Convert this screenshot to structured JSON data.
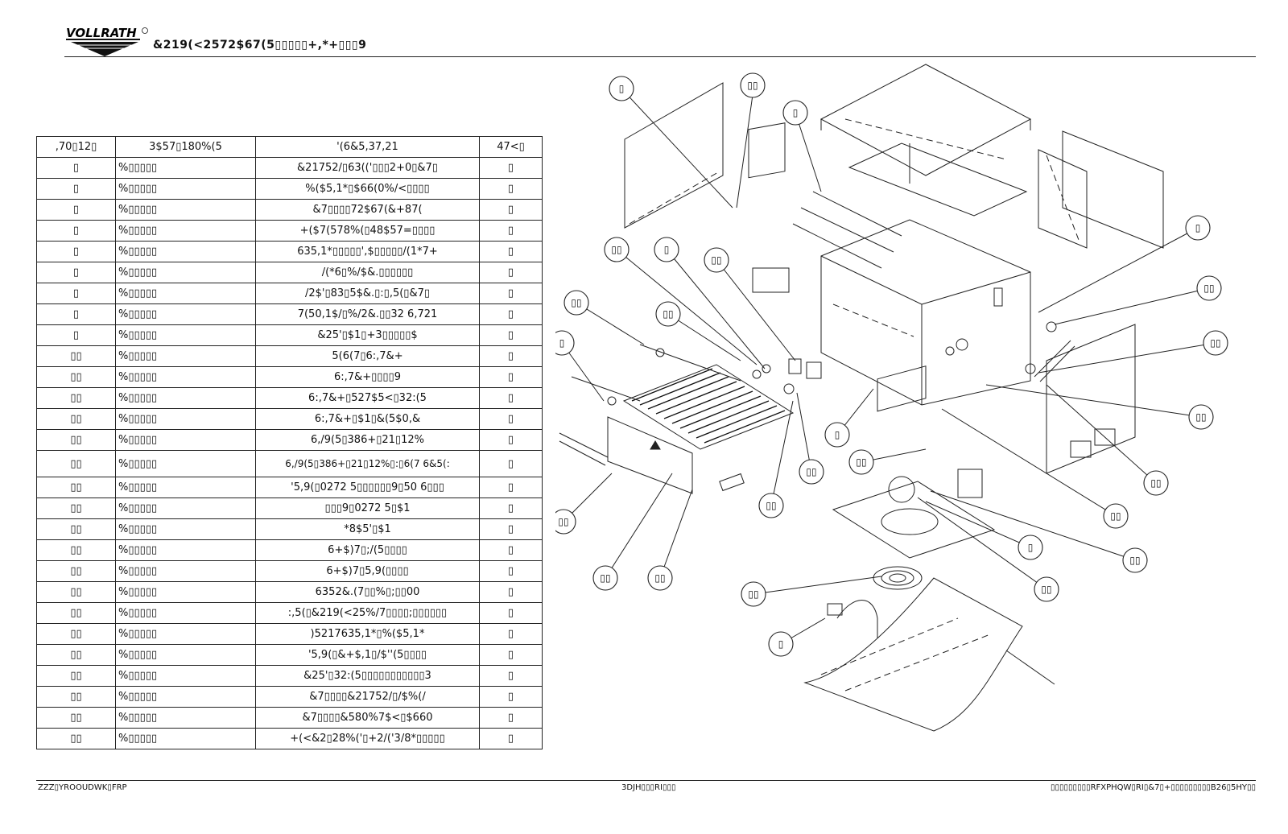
{
  "header": {
    "brand": "VOLLRATH",
    "title": "&219(<2572$67(5▯▯▯▯▯+,*+▯▯▯9"
  },
  "table": {
    "headers": [
      ",70▯12▯",
      "3$57▯180%(5",
      "'(6&5,37,21",
      "47<▯"
    ],
    "rows": [
      {
        "item": "▯",
        "part": "%▯▯▯▯▯",
        "desc": "&21752/▯63(('▯▯▯2+0▯&7▯",
        "qty": "▯"
      },
      {
        "item": "▯",
        "part": "%▯▯▯▯▯",
        "desc": "%($5,1*▯$66(0%/<▯▯▯▯",
        "qty": "▯"
      },
      {
        "item": "▯",
        "part": "%▯▯▯▯▯",
        "desc": "&7▯▯▯▯72$67(&+87(",
        "qty": "▯"
      },
      {
        "item": "▯",
        "part": "%▯▯▯▯▯",
        "desc": "+($7(578%(▯48$57=▯▯▯▯",
        "qty": "▯"
      },
      {
        "item": "▯",
        "part": "%▯▯▯▯▯",
        "desc": "635,1*▯▯▯▯▯',$▯▯▯▯▯/(1*7+",
        "qty": "▯"
      },
      {
        "item": "▯",
        "part": "%▯▯▯▯▯",
        "desc": "/(*6▯%/$&.▯▯▯▯▯▯",
        "qty": "▯"
      },
      {
        "item": "▯",
        "part": "%▯▯▯▯▯",
        "desc": "/2$'▯83▯5$&.▯:▯,5(▯&7▯",
        "qty": "▯"
      },
      {
        "item": "▯",
        "part": "%▯▯▯▯▯",
        "desc": "7(50,1$/▯%/2&.▯▯32 6,721",
        "qty": "▯"
      },
      {
        "item": "▯",
        "part": "%▯▯▯▯▯",
        "desc": "&25'▯$1▯+3▯▯▯▯▯$",
        "qty": "▯"
      },
      {
        "item": "▯▯",
        "part": "%▯▯▯▯▯",
        "desc": "5(6(7▯6:,7&+",
        "qty": "▯"
      },
      {
        "item": "▯▯",
        "part": "%▯▯▯▯▯",
        "desc": "6:,7&+▯▯▯▯9",
        "qty": "▯"
      },
      {
        "item": "▯▯",
        "part": "%▯▯▯▯▯",
        "desc": "6:,7&+▯527$5<▯32:(5",
        "qty": "▯"
      },
      {
        "item": "▯▯",
        "part": "%▯▯▯▯▯",
        "desc": "6:,7&+▯$1▯&(5$0,&",
        "qty": "▯"
      },
      {
        "item": "▯▯",
        "part": "%▯▯▯▯▯",
        "desc": "6,/9(5▯386+▯21▯12%",
        "qty": "▯"
      },
      {
        "item": "▯▯",
        "part": "%▯▯▯▯▯",
        "desc": "6,/9(5▯386+▯21▯12%▯:▯6(7 6&5(:",
        "qty": "▯",
        "tall": true
      },
      {
        "item": "▯▯",
        "part": "%▯▯▯▯▯",
        "desc": "'5,9(▯0272 5▯▯▯▯▯▯9▯50 6▯▯▯",
        "qty": "▯"
      },
      {
        "item": "▯▯",
        "part": "%▯▯▯▯▯",
        "desc": "▯▯▯9▯0272 5▯$1",
        "qty": "▯"
      },
      {
        "item": "▯▯",
        "part": "%▯▯▯▯▯",
        "desc": "*8$5'▯$1",
        "qty": "▯"
      },
      {
        "item": "▯▯",
        "part": "%▯▯▯▯▯",
        "desc": "6+$)7▯;/(5▯▯▯▯",
        "qty": "▯"
      },
      {
        "item": "▯▯",
        "part": "%▯▯▯▯▯",
        "desc": "6+$)7▯5,9(▯▯▯▯",
        "qty": "▯"
      },
      {
        "item": "▯▯",
        "part": "%▯▯▯▯▯",
        "desc": "6352&.(7▯▯%▯;▯▯00",
        "qty": "▯"
      },
      {
        "item": "▯▯",
        "part": "%▯▯▯▯▯",
        "desc": ":,5(▯&219(<25%/7▯▯▯▯;▯▯▯▯▯▯",
        "qty": "▯"
      },
      {
        "item": "▯▯",
        "part": "%▯▯▯▯▯",
        "desc": ")5217635,1*▯%($5,1*",
        "qty": "▯"
      },
      {
        "item": "▯▯",
        "part": "%▯▯▯▯▯",
        "desc": "'5,9(▯&+$,1▯/$''(5▯▯▯▯",
        "qty": "▯"
      },
      {
        "item": "▯▯",
        "part": "%▯▯▯▯▯",
        "desc": "&25'▯32:(5▯▯▯▯▯▯▯▯▯▯▯3",
        "qty": "▯"
      },
      {
        "item": "▯▯",
        "part": "%▯▯▯▯▯",
        "desc": "&7▯▯▯▯&21752/▯/$%(/",
        "qty": "▯"
      },
      {
        "item": "▯▯",
        "part": "%▯▯▯▯▯",
        "desc": "&7▯▯▯▯&580%7$<▯$660",
        "qty": "▯"
      },
      {
        "item": "▯▯",
        "part": "%▯▯▯▯▯",
        "desc": "+(<&2▯28%('▯+2/('3/8*▯▯▯▯▯",
        "qty": "▯"
      }
    ]
  },
  "footer": {
    "left": "ZZZ▯YROOUDWK▯FRP",
    "center": "3DJH▯▯▯RI▯▯▯",
    "right": "▯▯▯▯▯▯▯▯▯RFXPHQW▯RI▯&7▯+▯▯▯▯▯▯▯▯▯B26▯5HY▯▯"
  },
  "diagram": {
    "callouts": [
      "▯",
      "▯▯",
      "▯",
      "▯",
      "▯▯",
      "▯▯",
      "▯▯",
      "▯▯",
      "▯▯",
      "▯▯",
      "▯▯",
      "▯",
      "▯▯",
      "▯",
      "▯▯",
      "▯▯",
      "▯▯",
      "▯",
      "▯▯",
      "▯▯",
      "▯▯",
      "▯▯",
      "▯▯",
      "▯",
      "▯▯",
      "▯▯",
      "▯"
    ]
  }
}
